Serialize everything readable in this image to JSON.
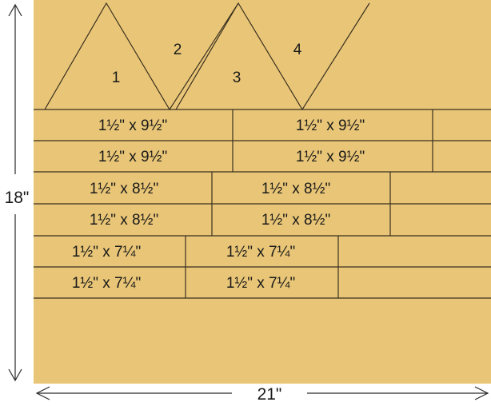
{
  "diagram": {
    "colors": {
      "fabric": "#e9c677",
      "line": "#3a3020",
      "text": "#1a1a1a"
    },
    "dimensions": {
      "height_label": "18\"",
      "width_label": "21\""
    },
    "triangles": [
      "1",
      "2",
      "3",
      "4"
    ],
    "strip_rows": [
      {
        "labels": [
          "1½\" x 9½\"",
          "1½\" x 9½\""
        ]
      },
      {
        "labels": [
          "1½\" x 9½\"",
          "1½\" x 9½\""
        ]
      },
      {
        "labels": [
          "1½\" x 8½\"",
          "1½\" x 8½\""
        ]
      },
      {
        "labels": [
          "1½\" x 8½\"",
          "1½\" x 8½\""
        ]
      },
      {
        "labels": [
          "1½\" x 7¼\"",
          "1½\" x 7¼\""
        ]
      },
      {
        "labels": [
          "1½\" x 7¼\"",
          "1½\" x 7¼\""
        ]
      }
    ]
  }
}
